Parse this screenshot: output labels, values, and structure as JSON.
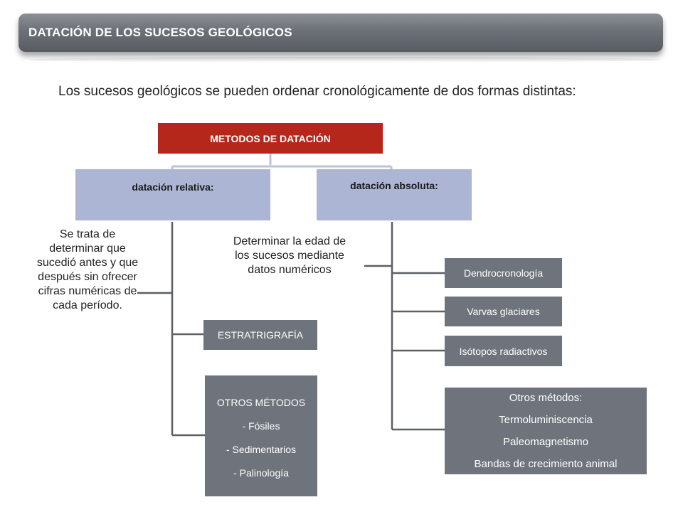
{
  "header": {
    "title": "DATACIÓN DE LOS SUCESOS GEOLÓGICOS",
    "intro": "Los sucesos geológicos se pueden ordenar cronológicamente de dos formas distintas:"
  },
  "diagram": {
    "root": "METODOS  DE DATACIÓN",
    "relative": {
      "label": "datación  relativa:",
      "description": "Se trata de determinar que sucedió antes y que después sin ofrecer cifras numéricas de cada período.",
      "methods": {
        "strat": "ESTRATRIGRAFÍA",
        "other_title": "OTROS MÉTODOS",
        "other_items": [
          "- Fósiles",
          "- Sedimentarios",
          "- Palinología"
        ]
      }
    },
    "absolute": {
      "label": "datación  absoluta:",
      "description": "Determinar la edad de los sucesos mediante datos numéricos",
      "methods": [
        "Dendrocronología",
        "Varvas glaciares",
        "Isótopos radiactivos"
      ],
      "other_title": "Otros métodos:",
      "other_items": [
        "Termoluminiscencia",
        "Paleomagnetismo",
        "Bandas de crecimiento animal"
      ]
    },
    "colors": {
      "root": "#b5271b",
      "category": "#adb5d4",
      "method": "#6f737b",
      "connector": "#5c5f66",
      "top_connector": "#b9c3dc"
    }
  }
}
